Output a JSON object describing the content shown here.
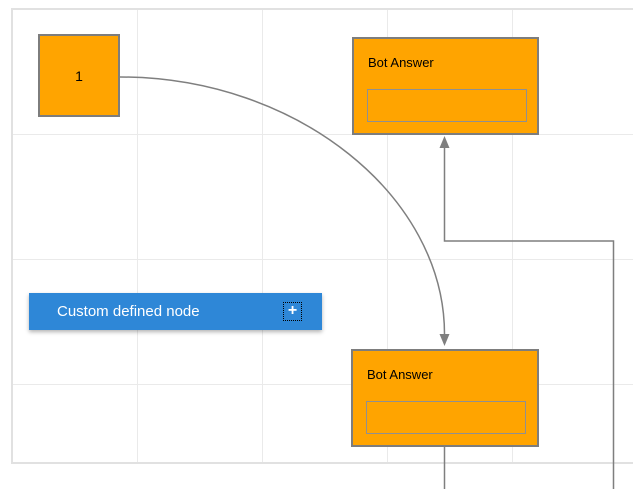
{
  "diagram": {
    "node1": {
      "label": "1"
    },
    "botTop": {
      "title": "Bot Answer",
      "input_value": ""
    },
    "botBottom": {
      "title": "Bot Answer",
      "input_value": ""
    },
    "customNode": {
      "label": "Custom defined node",
      "plus_label": "+"
    }
  },
  "colors": {
    "node_fill": "#FFA400",
    "node_border": "#7D7D7D",
    "input_border": "#909090",
    "connector": "#7F7F7F",
    "button_blue": "#2E87D7",
    "button_text": "#FFFFFF",
    "grid_line": "#EAEAEA",
    "canvas_border": "#E1E1E1"
  }
}
